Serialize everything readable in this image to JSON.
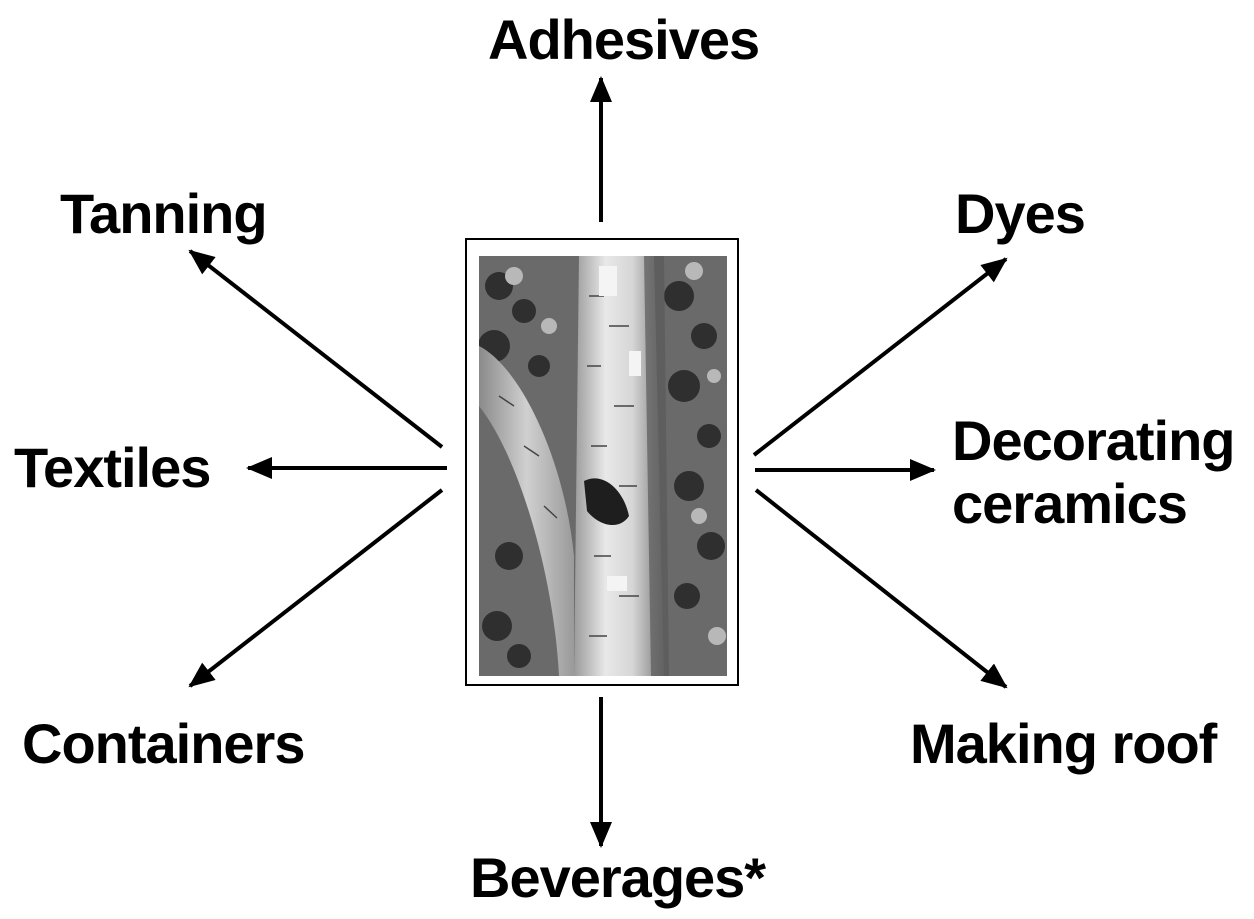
{
  "labels": {
    "adhesives": "Adhesives",
    "tanning": "Tanning",
    "dyes": "Dyes",
    "textiles": "Textiles",
    "decorating_line1": "Decorating",
    "decorating_line2": "ceramics",
    "containers": "Containers",
    "making_roof": "Making roof",
    "beverages": "Beverages*"
  },
  "center_image": {
    "subject": "birch-tree-bark-photo"
  },
  "colors": {
    "text": "#000000",
    "arrow": "#000000",
    "background": "#ffffff"
  }
}
